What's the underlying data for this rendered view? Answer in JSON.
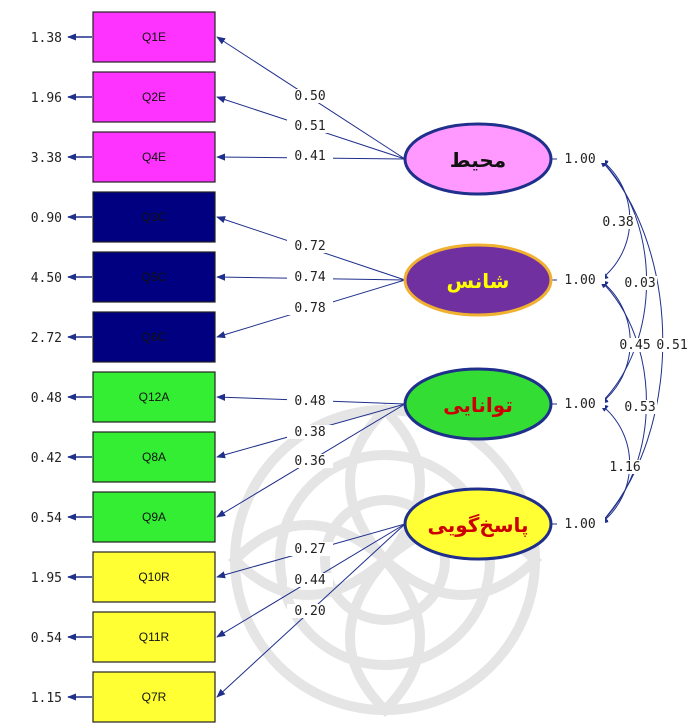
{
  "colors": {
    "line": "#1f2f8c",
    "box_border": "#222222"
  },
  "observed": [
    {
      "label": "Q1E",
      "error": "1.38",
      "fill": "#ff33ff"
    },
    {
      "label": "Q2E",
      "error": "1.96",
      "fill": "#ff33ff"
    },
    {
      "label": "Q4E",
      "error": "3.38",
      "fill": "#ff33ff"
    },
    {
      "label": "Q3C",
      "error": "0.90",
      "fill": "#000080"
    },
    {
      "label": "Q5C",
      "error": "4.50",
      "fill": "#000080"
    },
    {
      "label": "Q6C",
      "error": "2.72",
      "fill": "#000080"
    },
    {
      "label": "Q12A",
      "error": "0.48",
      "fill": "#33ee33"
    },
    {
      "label": "Q8A",
      "error": "0.42",
      "fill": "#33ee33"
    },
    {
      "label": "Q9A",
      "error": "0.54",
      "fill": "#33ee33"
    },
    {
      "label": "Q10R",
      "error": "1.95",
      "fill": "#ffff33"
    },
    {
      "label": "Q11R",
      "error": "0.54",
      "fill": "#ffff33"
    },
    {
      "label": "Q7R",
      "error": "1.15",
      "fill": "#ffff33"
    }
  ],
  "latent": [
    {
      "label": "محیط",
      "variance": "1.00",
      "fill": "#ff99ff",
      "stroke": "#1f2f8c",
      "text_color": "#111111"
    },
    {
      "label": "شانس",
      "variance": "1.00",
      "fill": "#7030a0",
      "stroke": "#f0b030",
      "text_color": "#ffff00"
    },
    {
      "label": "توانایی",
      "variance": "1.00",
      "fill": "#33dd33",
      "stroke": "#1f2f8c",
      "text_color": "#cc0000"
    },
    {
      "label": "پاسخ‌گویی",
      "variance": "1.00",
      "fill": "#ffff33",
      "stroke": "#1f2f8c",
      "text_color": "#cc0000"
    }
  ],
  "loadings": [
    {
      "from": 0,
      "to": 0,
      "value": "0.50"
    },
    {
      "from": 0,
      "to": 1,
      "value": "0.51"
    },
    {
      "from": 0,
      "to": 2,
      "value": "0.41"
    },
    {
      "from": 1,
      "to": 3,
      "value": "0.72"
    },
    {
      "from": 1,
      "to": 4,
      "value": "0.74"
    },
    {
      "from": 1,
      "to": 5,
      "value": "0.78"
    },
    {
      "from": 2,
      "to": 6,
      "value": "0.48"
    },
    {
      "from": 2,
      "to": 7,
      "value": "0.38"
    },
    {
      "from": 2,
      "to": 8,
      "value": "0.36"
    },
    {
      "from": 3,
      "to": 9,
      "value": "0.27"
    },
    {
      "from": 3,
      "to": 10,
      "value": "0.44"
    },
    {
      "from": 3,
      "to": 11,
      "value": "0.20"
    }
  ],
  "covariances": [
    {
      "a": 0,
      "b": 1,
      "value": "0.38"
    },
    {
      "a": 1,
      "b": 2,
      "value": "0.03"
    },
    {
      "a": 0,
      "b": 2,
      "value": "0.45"
    },
    {
      "a": 0,
      "b": 3,
      "value": "0.51"
    },
    {
      "a": 2,
      "b": 3,
      "value": "0.53"
    },
    {
      "a": 1,
      "b": 3,
      "value": "1.16"
    }
  ]
}
